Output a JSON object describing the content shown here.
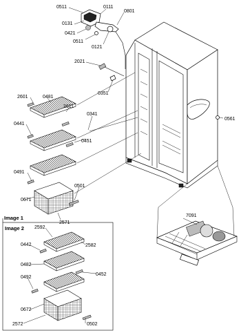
{
  "inset_labels": {
    "image1": "Image 1",
    "image2": "Image 2"
  },
  "callouts": {
    "c0511a": "0511",
    "c0111": "0111",
    "c0801": "0801",
    "c0131": "0131",
    "c0421": "0421",
    "c0511b": "0511",
    "c0121": "0121",
    "c2021": "2021",
    "c0351": "0351",
    "c2601": "2601",
    "c0481": "0481",
    "c2611": "2611",
    "c0341": "0341",
    "c0441": "0441",
    "c0451": "0451",
    "c0561": "0561",
    "c0491": "0491",
    "c0501": "0501",
    "c0671": "0671",
    "c2571": "2571",
    "c2592": "2592",
    "c2582": "2582",
    "c0442": "0442",
    "c0482": "0482",
    "c0452": "0452",
    "c0492": "0492",
    "c0672": "0672",
    "c2572": "2572",
    "c0502": "0502",
    "c7091": "7091"
  }
}
